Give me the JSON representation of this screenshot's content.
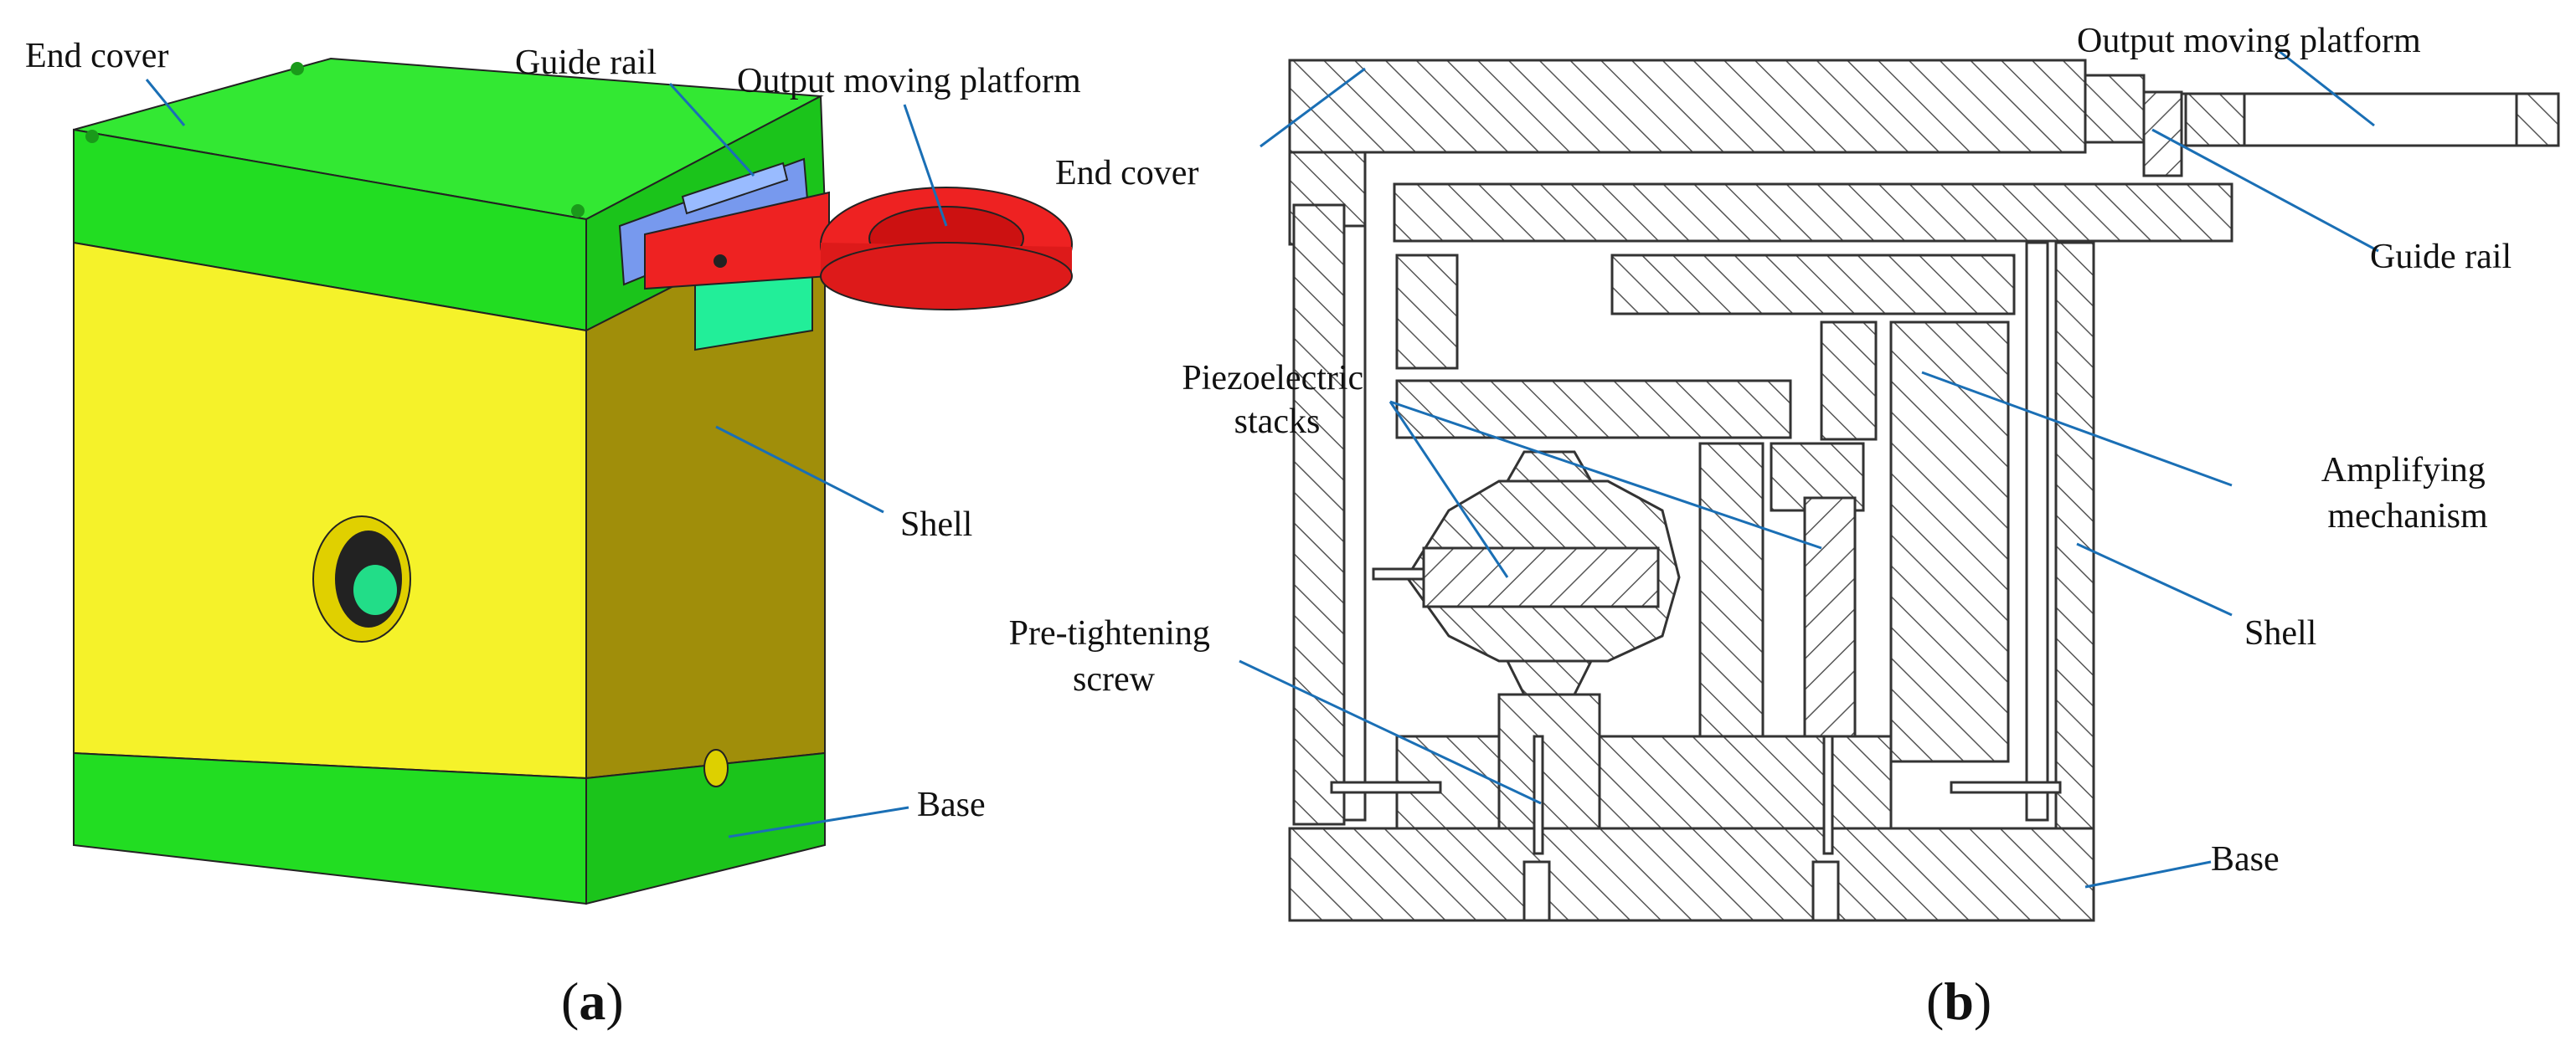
{
  "panel_a": {
    "caption": [
      "(",
      "a",
      ")"
    ],
    "labels": {
      "end_cover": "End cover",
      "guide_rail": "Guide rail",
      "output_platform": "Output moving platform",
      "shell": "Shell",
      "base": "Base"
    }
  },
  "panel_b": {
    "caption": [
      "(",
      "b",
      ")"
    ],
    "labels": {
      "output_platform": "Output moving platform",
      "end_cover": "End cover",
      "guide_rail": "Guide rail",
      "piezo": [
        "Piezoelectric",
        "stacks"
      ],
      "amplifying": [
        "Amplifying",
        "mechanism"
      ],
      "shell": "Shell",
      "pretightening": [
        "Pre-tightening",
        "screw"
      ],
      "base": "Base"
    }
  },
  "colors": {
    "green": "#22dd22",
    "yellow": "#f5f22a",
    "olive": "#a08e0a",
    "red": "#ee2222",
    "blue_rail": "#6688dd",
    "teal": "#22ee99",
    "leader": "#1a6fb5",
    "hatch": "#444444"
  }
}
